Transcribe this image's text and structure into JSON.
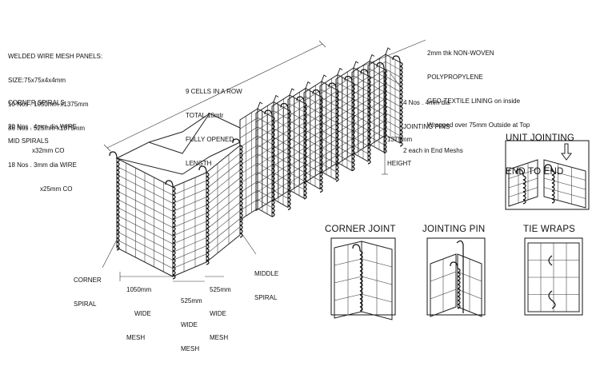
{
  "annotations": {
    "panels_spec": [
      "WELDED WIRE MESH PANELS:",
      "SIZE:75x75x4x4mm",
      "10 Nos . 1050mm x1375mm",
      "36 Nos . 525mm x1375mm"
    ],
    "corner_spirals": [
      "CORNER SPIRALS",
      "20 Nos . 4mm dia WIRE",
      "x32mm CO"
    ],
    "mid_spirals": [
      "MID SPIRALS",
      "18 Nos . 3mm dia WIRE",
      "x25mm CO"
    ],
    "cells_row": [
      "9 CELLS IN A ROW",
      "TOTAL 10mtr",
      "FULLY OPENED",
      "LENGTH"
    ],
    "geotextile": [
      "2mm thk NON-WOVEN",
      "POLYPROPYLENE",
      "GEO-TEXTILE LINING on inside",
      "Wrapped over 75mm Outside at Top"
    ],
    "jointing_pins": [
      "4 Nos . 4mm dia",
      "JOINTING PINS",
      "2 each in End Meshs"
    ],
    "height": [
      "1375mm",
      "HEIGHT"
    ],
    "corner_spiral": [
      "CORNER",
      "SPIRAL"
    ],
    "middle_spiral": [
      "MIDDLE",
      "SPIRAL"
    ],
    "mesh_1050": [
      "1050mm",
      "WIDE",
      "MESH"
    ],
    "mesh_525_a": [
      "525mm",
      "WIDE",
      "MESH"
    ],
    "mesh_525_b": [
      "525mm",
      "WIDE",
      "MESH"
    ]
  },
  "details": {
    "unit_jointing": [
      "UNIT JOINTING",
      "END TO END"
    ],
    "corner_joint": "CORNER JOINT",
    "jointing_pin": "JOINTING PIN",
    "tie_wraps": "TIE WRAPS"
  },
  "icons": [
    "mesh-cell-unit",
    "spiral-coil-icon",
    "jointing-pin-icon",
    "tie-wrap-icon",
    "direction-arrow-icon"
  ]
}
